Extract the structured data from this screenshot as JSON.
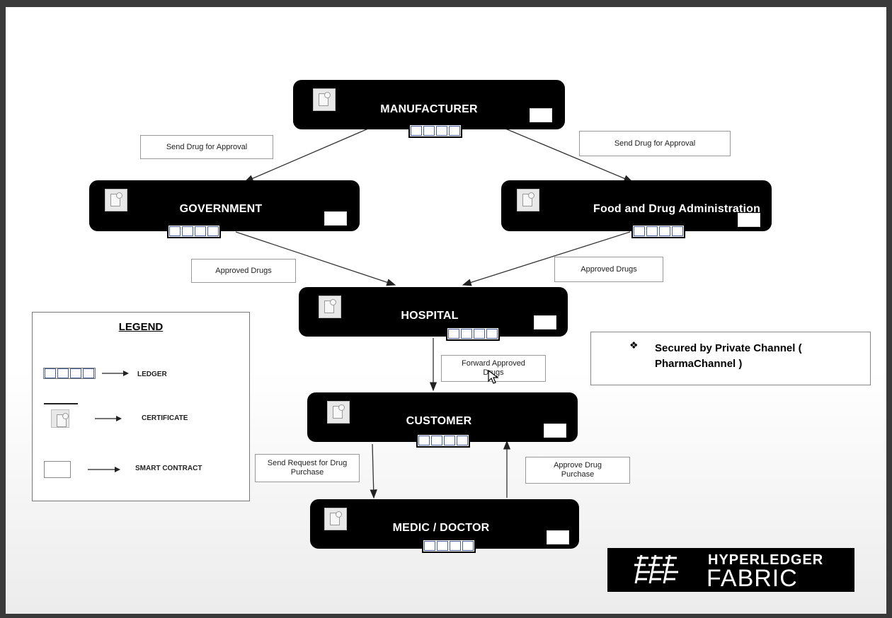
{
  "nodes": {
    "manufacturer": "MANUFACTURER",
    "government": "GOVERNMENT",
    "fda": "Food and Drug Administration",
    "hospital": "HOSPITAL",
    "customer": "CUSTOMER",
    "medic": "MEDIC / DOCTOR"
  },
  "edges": {
    "send_left": "Send Drug for Approval",
    "send_right": "Send Drug for Approval",
    "approved_left": "Approved Drugs",
    "approved_right": "Approved Drugs",
    "forward": "Forward Approved Drugs",
    "request": "Send Request for Drug Purchase",
    "approve_purchase": "Approve Drug Purchase"
  },
  "legend": {
    "title": "LEGEND",
    "ledger": "LEDGER",
    "certificate": "CERTIFICATE",
    "smart_contract": "SMART CONTRACT"
  },
  "channel_note": {
    "bullet": "❖",
    "text": "Secured by Private Channel ( PharmaChannel )"
  },
  "logo": {
    "line1": "HYPERLEDGER",
    "line2": "FABRIC"
  }
}
